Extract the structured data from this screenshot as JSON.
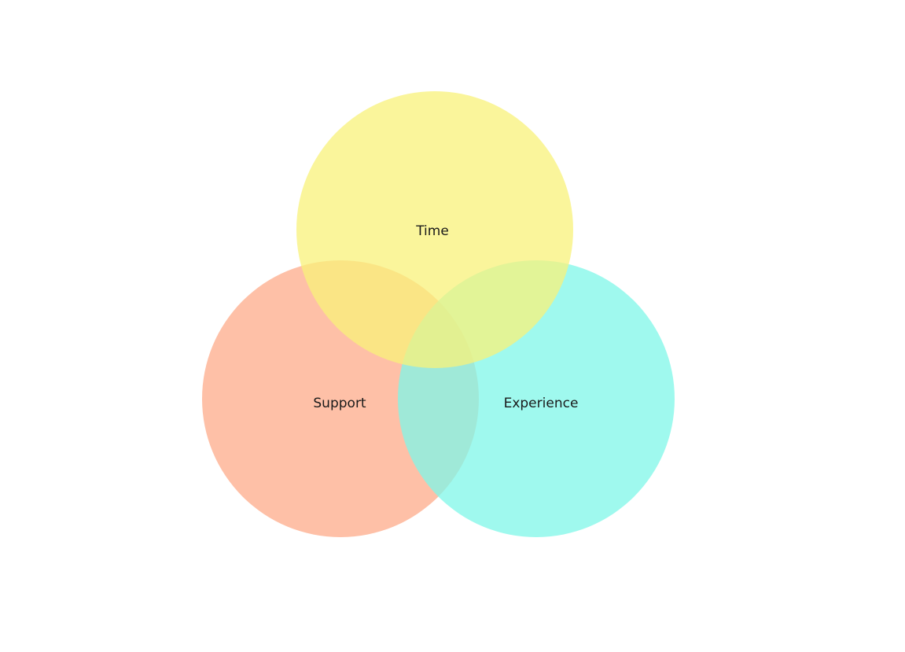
{
  "diagram": {
    "type": "venn",
    "sets": [
      {
        "key": "time",
        "label": "Time",
        "color": "#f8f279"
      },
      {
        "key": "support",
        "label": "Support",
        "color": "#feab8a"
      },
      {
        "key": "experience",
        "label": "Experience",
        "color": "#7ff7e8"
      }
    ]
  }
}
